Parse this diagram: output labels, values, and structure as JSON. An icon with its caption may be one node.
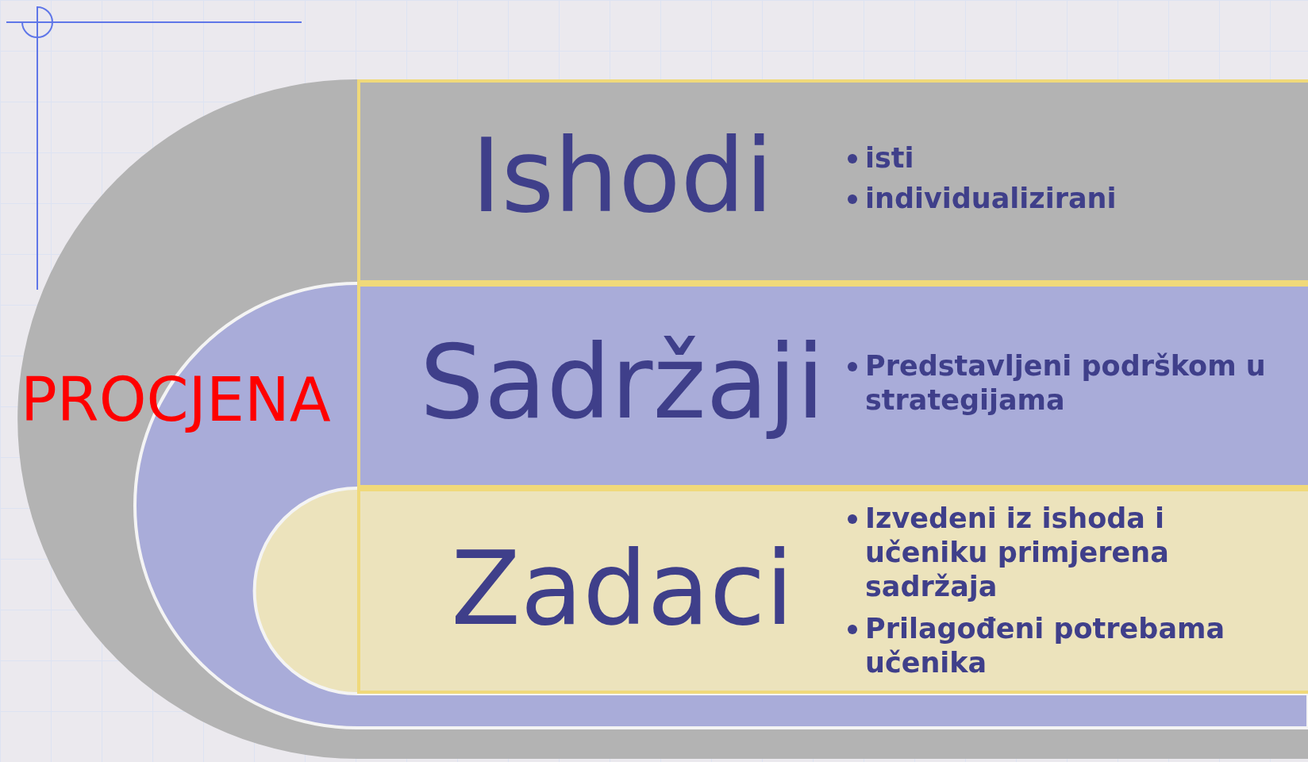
{
  "diagram": {
    "nodes": [
      {
        "text": [
          "Ishodi",
          "isti",
          "individualizirani"
        ]
      },
      {
        "text": [
          "Sadržaji",
          "Predstavljeni podrškom u strategijama"
        ]
      },
      {
        "text": [
          "Zadaci",
          "Izvedeni iz ishoda i učeniku primjerena sadržaja",
          "Prilagođeni potrebama učenika"
        ]
      }
    ],
    "edges": [],
    "labels": [
      "PROCJENA"
    ]
  }
}
